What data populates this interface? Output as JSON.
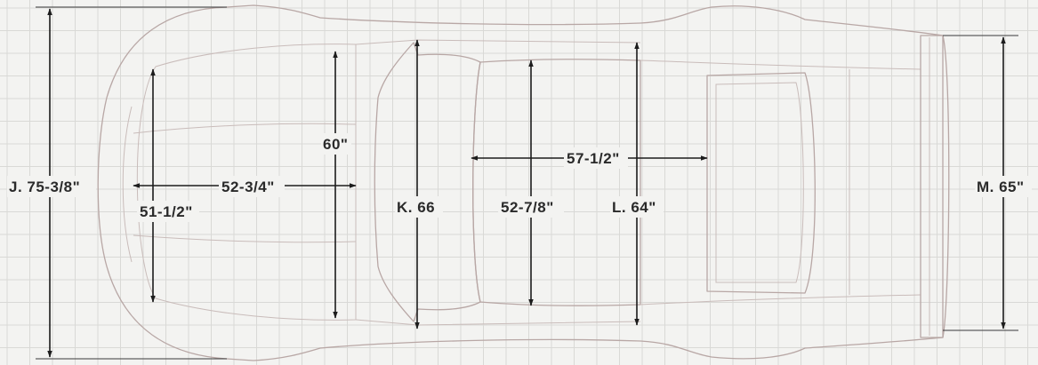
{
  "colors": {
    "background": "#f3f3f1",
    "grid": "#d9d9d6",
    "car_outline": "#b8a7a5",
    "dimension_line": "#1c1c1c",
    "text": "#2a2a2a"
  },
  "dimensions": {
    "j": "J. 75-3/8\"",
    "hood_length": "52-3/4\"",
    "front_inner_width": "51-1/2\"",
    "front_width": "60\"",
    "k": "K. 66",
    "roof_width": "52-7/8\"",
    "roof_length": "57-1/2\"",
    "l": "L. 64\"",
    "m": "M. 65\""
  }
}
